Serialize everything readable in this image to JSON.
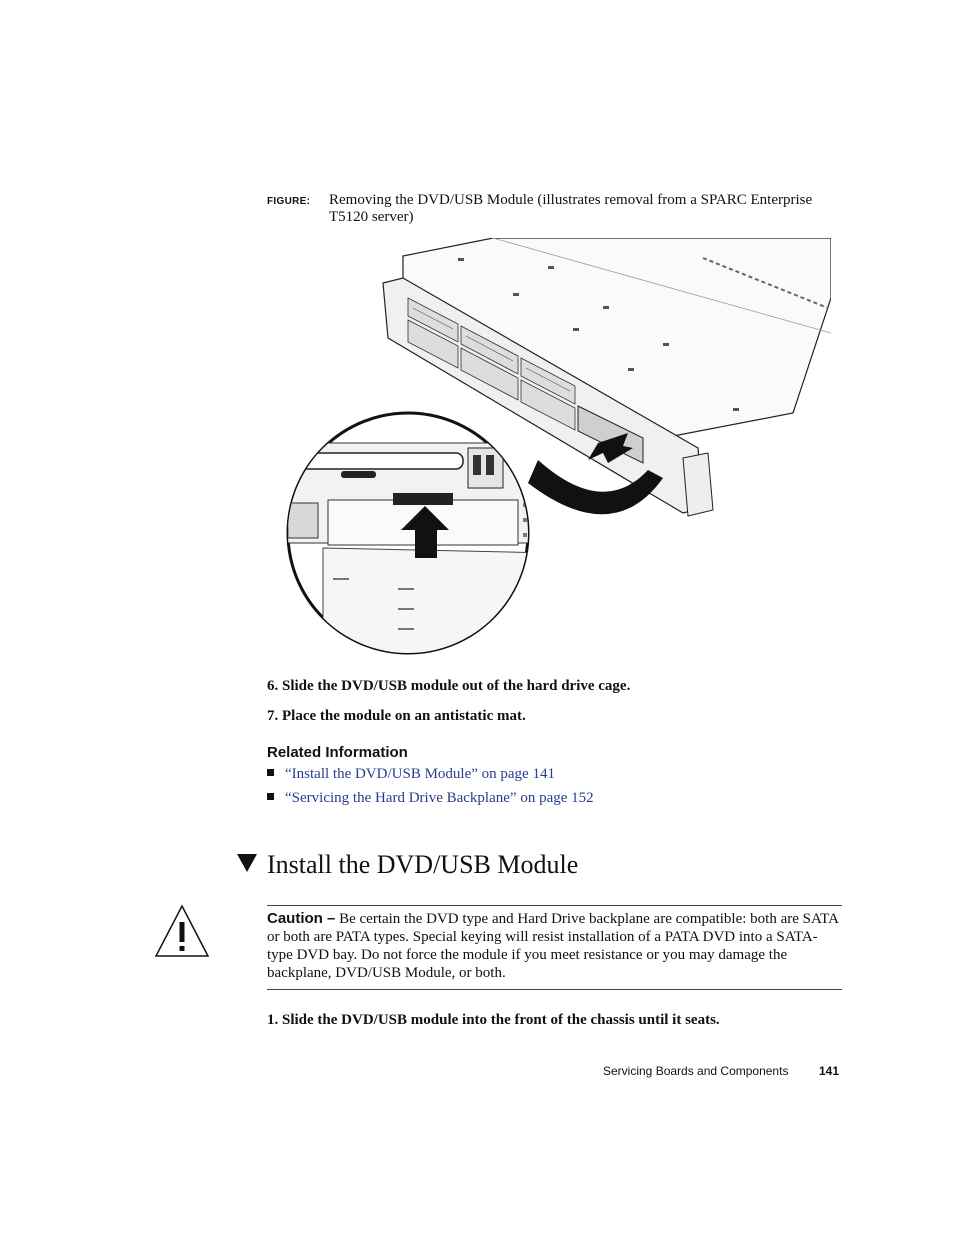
{
  "figure": {
    "label": "FIGURE:",
    "caption": "Removing the DVD/USB Module (illustrates removal from a SPARC Enterprise T5120 server)"
  },
  "steps_before": [
    {
      "text": "6. Slide the DVD/USB module out of the hard drive cage."
    },
    {
      "text": "7. Place the module on an antistatic mat."
    }
  ],
  "related": {
    "heading": "Related Information",
    "links": [
      {
        "text": "“Install the DVD/USB Module” on page 141"
      },
      {
        "text": "“Servicing the Hard Drive Backplane” on page 152"
      }
    ]
  },
  "section": {
    "title": "Install the DVD/USB Module"
  },
  "caution": {
    "lead": "Caution –",
    "text": "Be certain the DVD type and Hard Drive backplane are compatible: both are SATA or both are PATA types. Special keying will resist installation of a PATA DVD into a SATA-type DVD bay. Do not force the module if you meet resistance or you may damage the backplane, DVD/USB Module, or both."
  },
  "steps_after": [
    {
      "text": "1. Slide the DVD/USB module into the front of the chassis until it seats."
    }
  ],
  "footer": {
    "chapter": "Servicing Boards and Components",
    "page": "141"
  }
}
